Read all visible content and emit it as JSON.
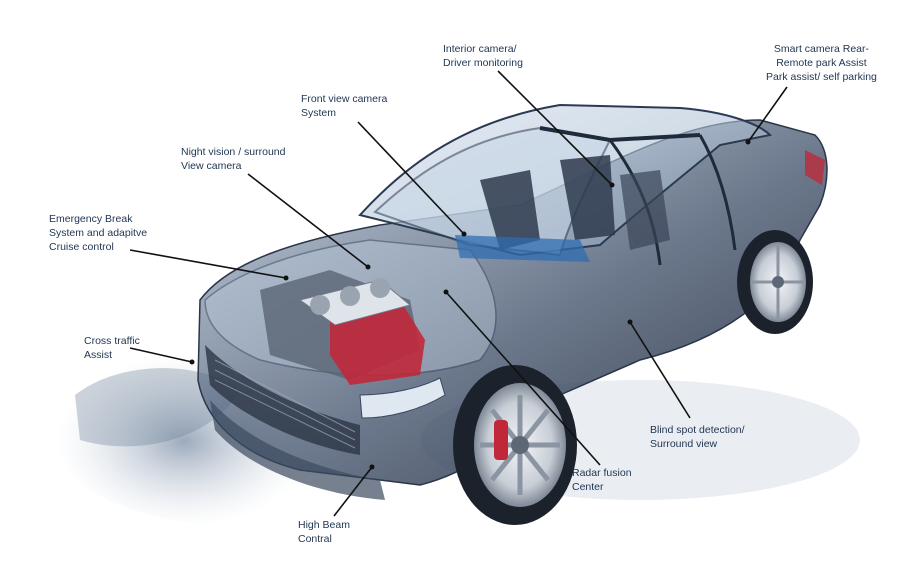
{
  "callouts": [
    {
      "id": "interior-camera",
      "lines": [
        "Interior camera/",
        "Driver monitoring"
      ]
    },
    {
      "id": "smart-camera",
      "lines": [
        "Smart camera Rear-",
        "Remote park Assist",
        "Park assist/ self parking"
      ]
    },
    {
      "id": "front-view-camera",
      "lines": [
        "Front view camera",
        "System"
      ]
    },
    {
      "id": "night-vision",
      "lines": [
        "Night vision / surround",
        "View camera"
      ]
    },
    {
      "id": "emergency-brake",
      "lines": [
        "Emergency Break",
        "System and adapitve",
        "Cruise control"
      ]
    },
    {
      "id": "cross-traffic",
      "lines": [
        "Cross traffic",
        "Assist"
      ]
    },
    {
      "id": "blind-spot",
      "lines": [
        "Blind spot detection/",
        "Surround view"
      ]
    },
    {
      "id": "radar-fusion",
      "lines": [
        "Radar fusion",
        "Center"
      ]
    },
    {
      "id": "high-beam",
      "lines": [
        "High Beam",
        "Contral"
      ]
    }
  ],
  "colors": {
    "label_text": "#1f3552",
    "leader_line": "#111111",
    "car_body": "#27344a",
    "glass": "#9fb4cc",
    "engine_red": "#c0283a",
    "seat_blue": "#2f6db0",
    "shadow": "#5a6e86"
  }
}
